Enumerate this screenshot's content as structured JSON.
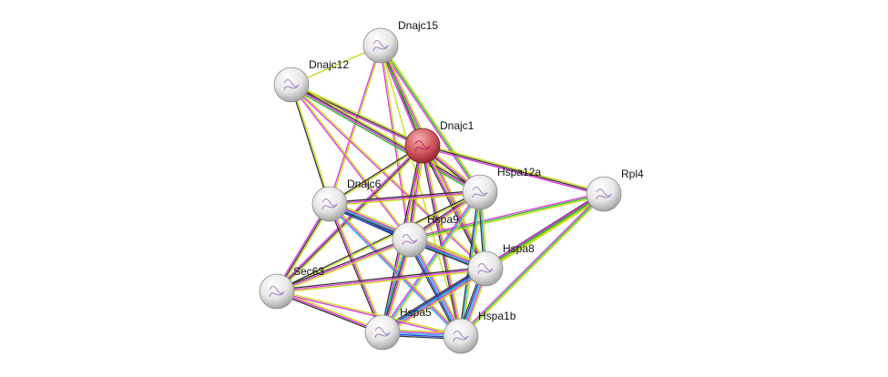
{
  "colors": {
    "textmining": "#c4dc10",
    "coexpression": "#333333",
    "experiments": "#e030e0",
    "databases": "#20b0d8",
    "neighborhood": "#20c020",
    "cooccurrence": "#2040e0",
    "query_node": "#d04850",
    "node": "#e8e8e8"
  },
  "nodes": [
    {
      "id": "Dnajc15",
      "label": "Dnajc15",
      "query": false
    },
    {
      "id": "Dnajc12",
      "label": "Dnajc12",
      "query": false
    },
    {
      "id": "Dnajc1",
      "label": "Dnajc1",
      "query": true
    },
    {
      "id": "Hspa12a",
      "label": "Hspa12a",
      "query": false
    },
    {
      "id": "Rpl4",
      "label": "Rpl4",
      "query": false
    },
    {
      "id": "Dnajc6",
      "label": "Dnajc6",
      "query": false
    },
    {
      "id": "Hspa9",
      "label": "Hspa9",
      "query": false
    },
    {
      "id": "Hspa8",
      "label": "Hspa8",
      "query": false
    },
    {
      "id": "Sec63",
      "label": "Sec63",
      "query": false
    },
    {
      "id": "Hspa5",
      "label": "Hspa5",
      "query": false
    },
    {
      "id": "Hspa1b",
      "label": "Hspa1b",
      "query": false
    }
  ],
  "edges": [
    [
      "Dnajc15",
      "Dnajc12",
      [
        "textmining"
      ]
    ],
    [
      "Dnajc15",
      "Dnajc1",
      [
        "textmining",
        "coexpression",
        "experiments"
      ]
    ],
    [
      "Dnajc15",
      "Hspa12a",
      [
        "textmining",
        "neighborhood",
        "experiments"
      ]
    ],
    [
      "Dnajc15",
      "Hspa9",
      [
        "textmining",
        "experiments"
      ]
    ],
    [
      "Dnajc15",
      "Hspa8",
      [
        "textmining",
        "experiments",
        "neighborhood"
      ]
    ],
    [
      "Dnajc15",
      "Dnajc6",
      [
        "textmining",
        "experiments"
      ]
    ],
    [
      "Dnajc15",
      "Hspa1b",
      [
        "textmining"
      ]
    ],
    [
      "Dnajc12",
      "Dnajc1",
      [
        "textmining",
        "coexpression",
        "experiments"
      ]
    ],
    [
      "Dnajc12",
      "Hspa12a",
      [
        "textmining",
        "coexpression",
        "experiments",
        "neighborhood"
      ]
    ],
    [
      "Dnajc12",
      "Dnajc6",
      [
        "textmining",
        "coexpression"
      ]
    ],
    [
      "Dnajc12",
      "Hspa8",
      [
        "textmining",
        "experiments"
      ]
    ],
    [
      "Dnajc12",
      "Hspa9",
      [
        "textmining",
        "experiments"
      ]
    ],
    [
      "Dnajc1",
      "Hspa12a",
      [
        "textmining",
        "experiments",
        "coexpression"
      ]
    ],
    [
      "Dnajc1",
      "Rpl4",
      [
        "textmining",
        "coexpression",
        "experiments"
      ]
    ],
    [
      "Dnajc1",
      "Dnajc6",
      [
        "textmining",
        "coexpression"
      ]
    ],
    [
      "Dnajc1",
      "Hspa9",
      [
        "textmining",
        "experiments",
        "coexpression"
      ]
    ],
    [
      "Dnajc1",
      "Hspa8",
      [
        "textmining",
        "experiments",
        "coexpression"
      ]
    ],
    [
      "Dnajc1",
      "Hspa5",
      [
        "textmining",
        "experiments",
        "coexpression"
      ]
    ],
    [
      "Dnajc1",
      "Hspa1b",
      [
        "textmining",
        "experiments",
        "coexpression"
      ]
    ],
    [
      "Dnajc1",
      "Sec63",
      [
        "textmining",
        "coexpression",
        "experiments"
      ]
    ],
    [
      "Rpl4",
      "Hspa9",
      [
        "textmining",
        "neighborhood",
        "experiments"
      ]
    ],
    [
      "Rpl4",
      "Hspa8",
      [
        "textmining",
        "neighborhood",
        "experiments",
        "coexpression"
      ]
    ],
    [
      "Rpl4",
      "Hspa5",
      [
        "textmining",
        "neighborhood",
        "experiments"
      ]
    ],
    [
      "Rpl4",
      "Hspa1b",
      [
        "textmining",
        "neighborhood",
        "experiments"
      ]
    ],
    [
      "Hspa12a",
      "Hspa9",
      [
        "textmining",
        "experiments",
        "coexpression"
      ]
    ],
    [
      "Hspa12a",
      "Hspa8",
      [
        "textmining",
        "databases",
        "coexpression"
      ]
    ],
    [
      "Hspa12a",
      "Hspa5",
      [
        "textmining",
        "databases",
        "experiments"
      ]
    ],
    [
      "Hspa12a",
      "Hspa1b",
      [
        "textmining",
        "databases",
        "coexpression"
      ]
    ],
    [
      "Hspa12a",
      "Dnajc6",
      [
        "textmining",
        "experiments",
        "coexpression"
      ]
    ],
    [
      "Hspa12a",
      "Sec63",
      [
        "textmining",
        "coexpression"
      ]
    ],
    [
      "Dnajc6",
      "Hspa9",
      [
        "textmining",
        "experiments",
        "databases",
        "coexpression"
      ]
    ],
    [
      "Dnajc6",
      "Hspa8",
      [
        "textmining",
        "experiments",
        "databases",
        "coexpression",
        "cooccurrence"
      ]
    ],
    [
      "Dnajc6",
      "Hspa5",
      [
        "textmining",
        "experiments",
        "coexpression"
      ]
    ],
    [
      "Dnajc6",
      "Hspa1b",
      [
        "textmining",
        "experiments",
        "databases"
      ]
    ],
    [
      "Dnajc6",
      "Sec63",
      [
        "textmining",
        "coexpression",
        "experiments"
      ]
    ],
    [
      "Hspa9",
      "Hspa8",
      [
        "textmining",
        "experiments",
        "databases",
        "coexpression"
      ]
    ],
    [
      "Hspa9",
      "Hspa5",
      [
        "textmining",
        "experiments",
        "coexpression",
        "databases"
      ]
    ],
    [
      "Hspa9",
      "Hspa1b",
      [
        "textmining",
        "experiments",
        "databases",
        "cooccurrence",
        "coexpression"
      ]
    ],
    [
      "Hspa9",
      "Sec63",
      [
        "textmining",
        "experiments",
        "coexpression"
      ]
    ],
    [
      "Hspa8",
      "Hspa5",
      [
        "textmining",
        "experiments",
        "databases",
        "cooccurrence",
        "coexpression"
      ]
    ],
    [
      "Hspa8",
      "Hspa1b",
      [
        "textmining",
        "experiments",
        "databases",
        "cooccurrence",
        "coexpression"
      ]
    ],
    [
      "Hspa8",
      "Sec63",
      [
        "textmining",
        "experiments",
        "coexpression"
      ]
    ],
    [
      "Sec63",
      "Hspa5",
      [
        "textmining",
        "experiments",
        "coexpression"
      ]
    ],
    [
      "Sec63",
      "Hspa1b",
      [
        "textmining",
        "experiments"
      ]
    ],
    [
      "Hspa5",
      "Hspa1b",
      [
        "textmining",
        "experiments",
        "databases",
        "cooccurrence",
        "coexpression"
      ]
    ]
  ]
}
